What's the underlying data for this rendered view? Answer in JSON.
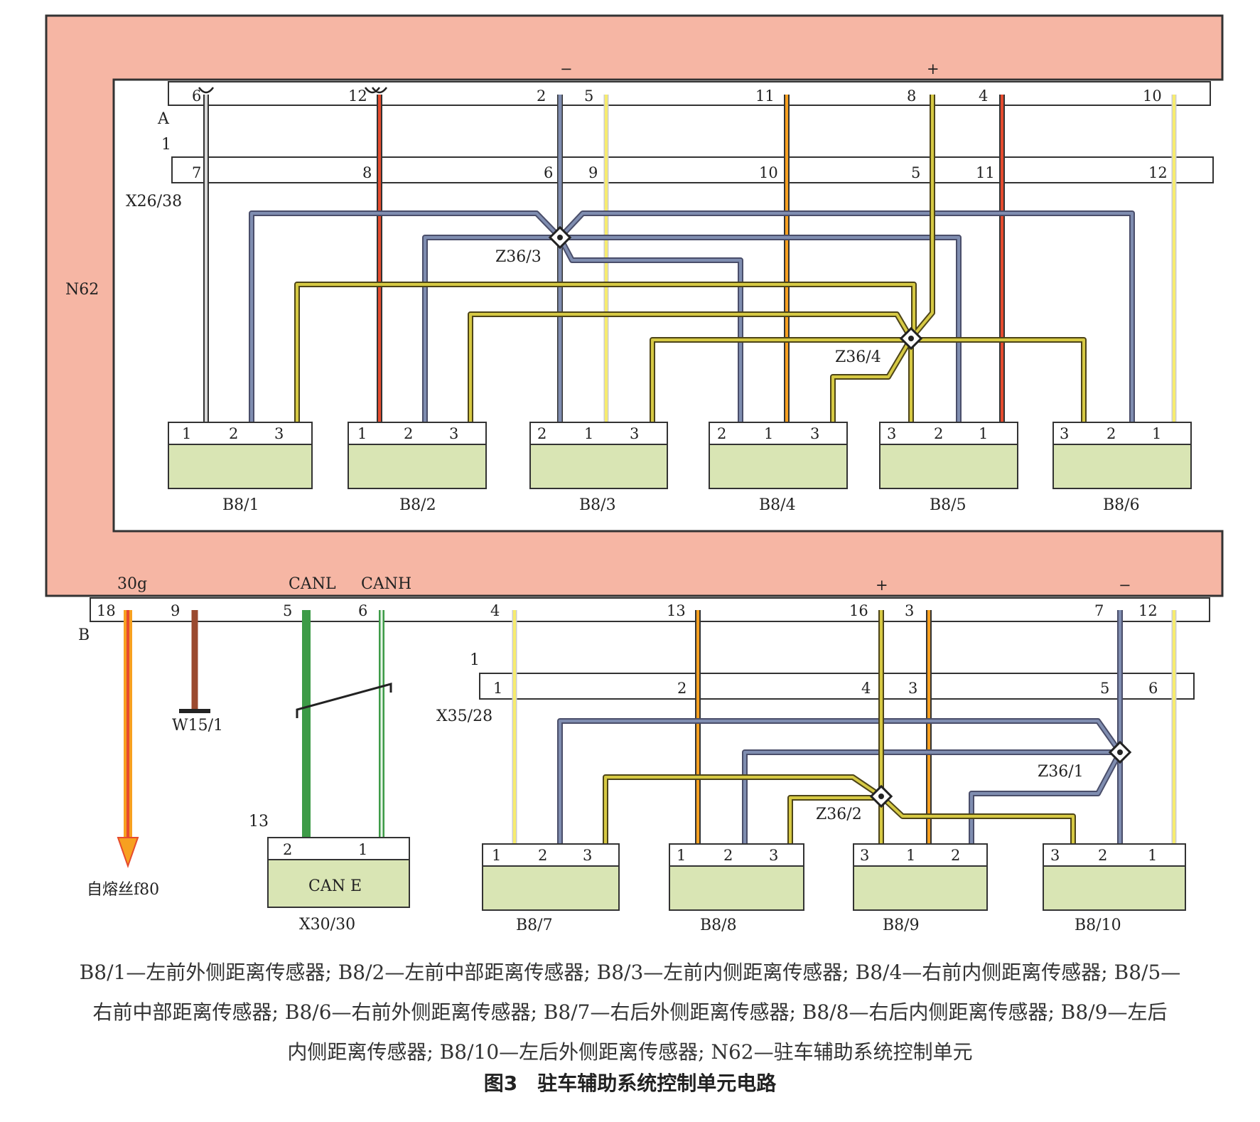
{
  "unit": {
    "name": "N62"
  },
  "connector_a": {
    "name": "A",
    "pins": [
      {
        "id": "6",
        "mark": ""
      },
      {
        "id": "12",
        "mark": ""
      },
      {
        "id": "2",
        "mark": "−"
      },
      {
        "id": "5",
        "mark": ""
      },
      {
        "id": "11",
        "mark": ""
      },
      {
        "id": "8",
        "mark": "+"
      },
      {
        "id": "4",
        "mark": ""
      },
      {
        "id": "10",
        "mark": ""
      }
    ]
  },
  "connector_x26": {
    "name": "X26/38",
    "side_label": "1",
    "pins": [
      "7",
      "8",
      "6",
      "9",
      "10",
      "5",
      "11",
      "12"
    ]
  },
  "splices": {
    "z363": "Z36/3",
    "z364": "Z36/4",
    "z361": "Z36/1",
    "z362": "Z36/2"
  },
  "front_sensors": [
    {
      "name": "B8/1",
      "pins": [
        "1",
        "2",
        "3"
      ]
    },
    {
      "name": "B8/2",
      "pins": [
        "1",
        "2",
        "3"
      ]
    },
    {
      "name": "B8/3",
      "pins": [
        "2",
        "1",
        "3"
      ]
    },
    {
      "name": "B8/4",
      "pins": [
        "2",
        "1",
        "3"
      ]
    },
    {
      "name": "B8/5",
      "pins": [
        "3",
        "2",
        "1"
      ]
    },
    {
      "name": "B8/6",
      "pins": [
        "3",
        "2",
        "1"
      ]
    }
  ],
  "connector_b": {
    "name": "B",
    "signals": {
      "p18": "30g",
      "p5": "CANL",
      "p6": "CANH"
    },
    "pins": [
      {
        "id": "18",
        "mark": ""
      },
      {
        "id": "9",
        "mark": ""
      },
      {
        "id": "5",
        "mark": ""
      },
      {
        "id": "6",
        "mark": ""
      },
      {
        "id": "4",
        "mark": ""
      },
      {
        "id": "13",
        "mark": ""
      },
      {
        "id": "16",
        "mark": "+"
      },
      {
        "id": "3",
        "mark": ""
      },
      {
        "id": "7",
        "mark": "−"
      },
      {
        "id": "12",
        "mark": ""
      }
    ]
  },
  "ground": {
    "name": "W15/1"
  },
  "fuse": {
    "name": "自熔丝f80"
  },
  "connector_x35": {
    "name": "X35/28",
    "side_label": "1",
    "pins": [
      "1",
      "2",
      "4",
      "3",
      "5",
      "6"
    ]
  },
  "can_module": {
    "name": "X30/30",
    "label": "CAN E",
    "side_number": "13",
    "pins": [
      "2",
      "1"
    ]
  },
  "rear_sensors": [
    {
      "name": "B8/7",
      "pins": [
        "1",
        "2",
        "3"
      ]
    },
    {
      "name": "B8/8",
      "pins": [
        "1",
        "2",
        "3"
      ]
    },
    {
      "name": "B8/9",
      "pins": [
        "3",
        "1",
        "2"
      ]
    },
    {
      "name": "B8/10",
      "pins": [
        "3",
        "2",
        "1"
      ]
    }
  ],
  "colors": {
    "unit_fill": "#f6b6a4",
    "sensor_fill": "#d9e5b4",
    "wire_red": "#e64b2e",
    "wire_yellow": "#f7ec6e",
    "wire_olive": "#b7a936",
    "wire_blue": "#7f8db0",
    "wire_green": "#3d9b47",
    "wire_brown": "#9b4a2f",
    "wire_orange": "#f7a020"
  },
  "caption": {
    "line1": "B8/1—左前外侧距离传感器; B8/2—左前中部距离传感器; B8/3—左前内侧距离传感器; B8/4—右前内侧距离传感器; B8/5—",
    "line2": "右前中部距离传感器; B8/6—右前外侧距离传感器; B8/7—右后外侧距离传感器; B8/8—右后内侧距离传感器; B8/9—左后",
    "line3": "内侧距离传感器; B8/10—左后外侧距离传感器; N62—驻车辅助系统控制单元",
    "title": "图3　驻车辅助系统控制单元电路"
  }
}
